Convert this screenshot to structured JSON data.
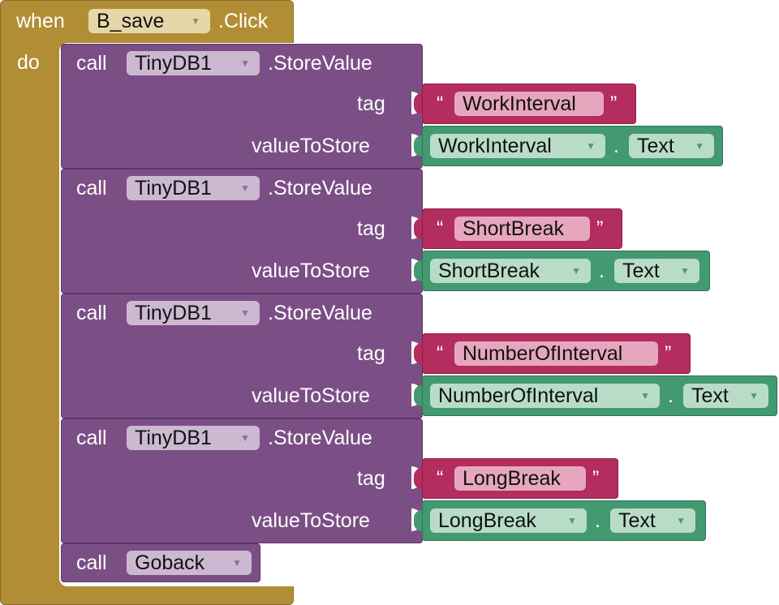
{
  "event": {
    "when_label": "when",
    "component": "B_save",
    "event_name": ".Click",
    "do_label": "do"
  },
  "call_label": "call",
  "calls": [
    {
      "component": "TinyDB1",
      "method": ".StoreValue",
      "tag_label": "tag",
      "value_label": "valueToStore",
      "open_quote": "“",
      "close_quote": "”",
      "tag_text": "WorkInterval",
      "value_component": "WorkInterval",
      "dot": ".",
      "value_property": "Text"
    },
    {
      "component": "TinyDB1",
      "method": ".StoreValue",
      "tag_label": "tag",
      "value_label": "valueToStore",
      "open_quote": "“",
      "close_quote": "”",
      "tag_text": "ShortBreak",
      "value_component": "ShortBreak",
      "dot": ".",
      "value_property": "Text"
    },
    {
      "component": "TinyDB1",
      "method": ".StoreValue",
      "tag_label": "tag",
      "value_label": "valueToStore",
      "open_quote": "“",
      "close_quote": "”",
      "tag_text": "NumberOfInterval",
      "value_component": "NumberOfInterval",
      "dot": ".",
      "value_property": "Text"
    },
    {
      "component": "TinyDB1",
      "method": ".StoreValue",
      "tag_label": "tag",
      "value_label": "valueToStore",
      "open_quote": "“",
      "close_quote": "”",
      "tag_text": "LongBreak",
      "value_component": "LongBreak",
      "dot": ".",
      "value_property": "Text"
    }
  ],
  "final_call": {
    "procedure": "Goback"
  },
  "dropdown_arrow": "▼",
  "colors": {
    "event_block": "#b18e35",
    "procedure_block": "#7b4f86",
    "text_block": "#b32d5e",
    "component_block": "#439970"
  }
}
